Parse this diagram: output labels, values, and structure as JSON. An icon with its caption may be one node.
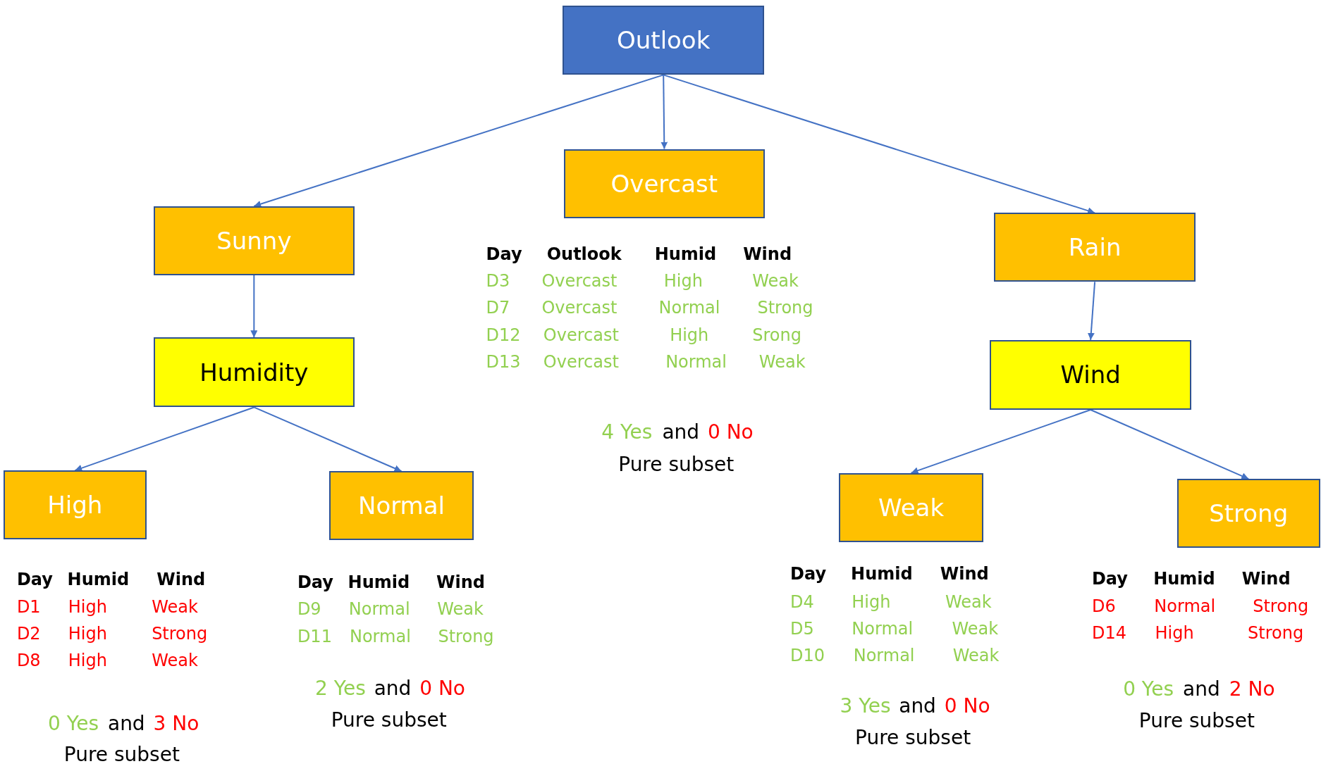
{
  "diagram": {
    "nodes": [
      {
        "text": [
          "Outlook"
        ]
      },
      {
        "text": [
          "Overcast"
        ]
      },
      {
        "text": [
          "Sunny"
        ]
      },
      {
        "text": [
          "Rain"
        ]
      },
      {
        "text": [
          "Humidity"
        ]
      },
      {
        "text": [
          "Wind"
        ]
      },
      {
        "text": [
          "High"
        ]
      },
      {
        "text": [
          "Normal"
        ]
      },
      {
        "text": [
          "Weak"
        ]
      },
      {
        "text": [
          "Strong"
        ]
      }
    ],
    "edges": [
      {
        "from": 0,
        "to": 2,
        "arrow": "to"
      },
      {
        "from": 0,
        "to": 1,
        "arrow": "to"
      },
      {
        "from": 0,
        "to": 3,
        "arrow": "to"
      },
      {
        "from": 2,
        "to": 4,
        "arrow": "to"
      },
      {
        "from": 3,
        "to": 5,
        "arrow": "to"
      },
      {
        "from": 4,
        "to": 6,
        "arrow": "to"
      },
      {
        "from": 4,
        "to": 7,
        "arrow": "to"
      },
      {
        "from": 5,
        "to": 8,
        "arrow": "to"
      },
      {
        "from": 5,
        "to": 9,
        "arrow": "to"
      }
    ],
    "labels": [
      "Day",
      "Outlook",
      "Humid",
      "Wind",
      "D3",
      "Overcast",
      "High",
      "Weak",
      "D7",
      "Overcast",
      "Normal",
      "Strong",
      "D12",
      "Overcast",
      "High",
      "Srong",
      "D13",
      "Overcast",
      "Normal",
      "Weak",
      "4 Yes",
      "and",
      "0 No",
      "Pure subset",
      "Day",
      "Humid",
      "Wind",
      "D1",
      "High",
      "Weak",
      "D2",
      "High",
      "Strong",
      "D8",
      "High",
      "Weak",
      "0 Yes",
      "and",
      "3 No",
      "Pure subset",
      "Day",
      "Humid",
      "Wind",
      "D9",
      "Normal",
      "Weak",
      "D11",
      "Normal",
      "Strong",
      "2 Yes",
      "and",
      "0 No",
      "Pure subset",
      "Day",
      "Humid",
      "Wind",
      "D4",
      "High",
      "Weak",
      "D5",
      "Normal",
      "Weak",
      "D10",
      "Normal",
      "Weak",
      "3 Yes",
      "and",
      "0 No",
      "Pure subset",
      "Day",
      "Humid",
      "Wind",
      "D6",
      "Normal",
      "Strong",
      "D14",
      "High",
      "Strong",
      "0 Yes",
      "and",
      "2 No",
      "Pure subset"
    ]
  }
}
